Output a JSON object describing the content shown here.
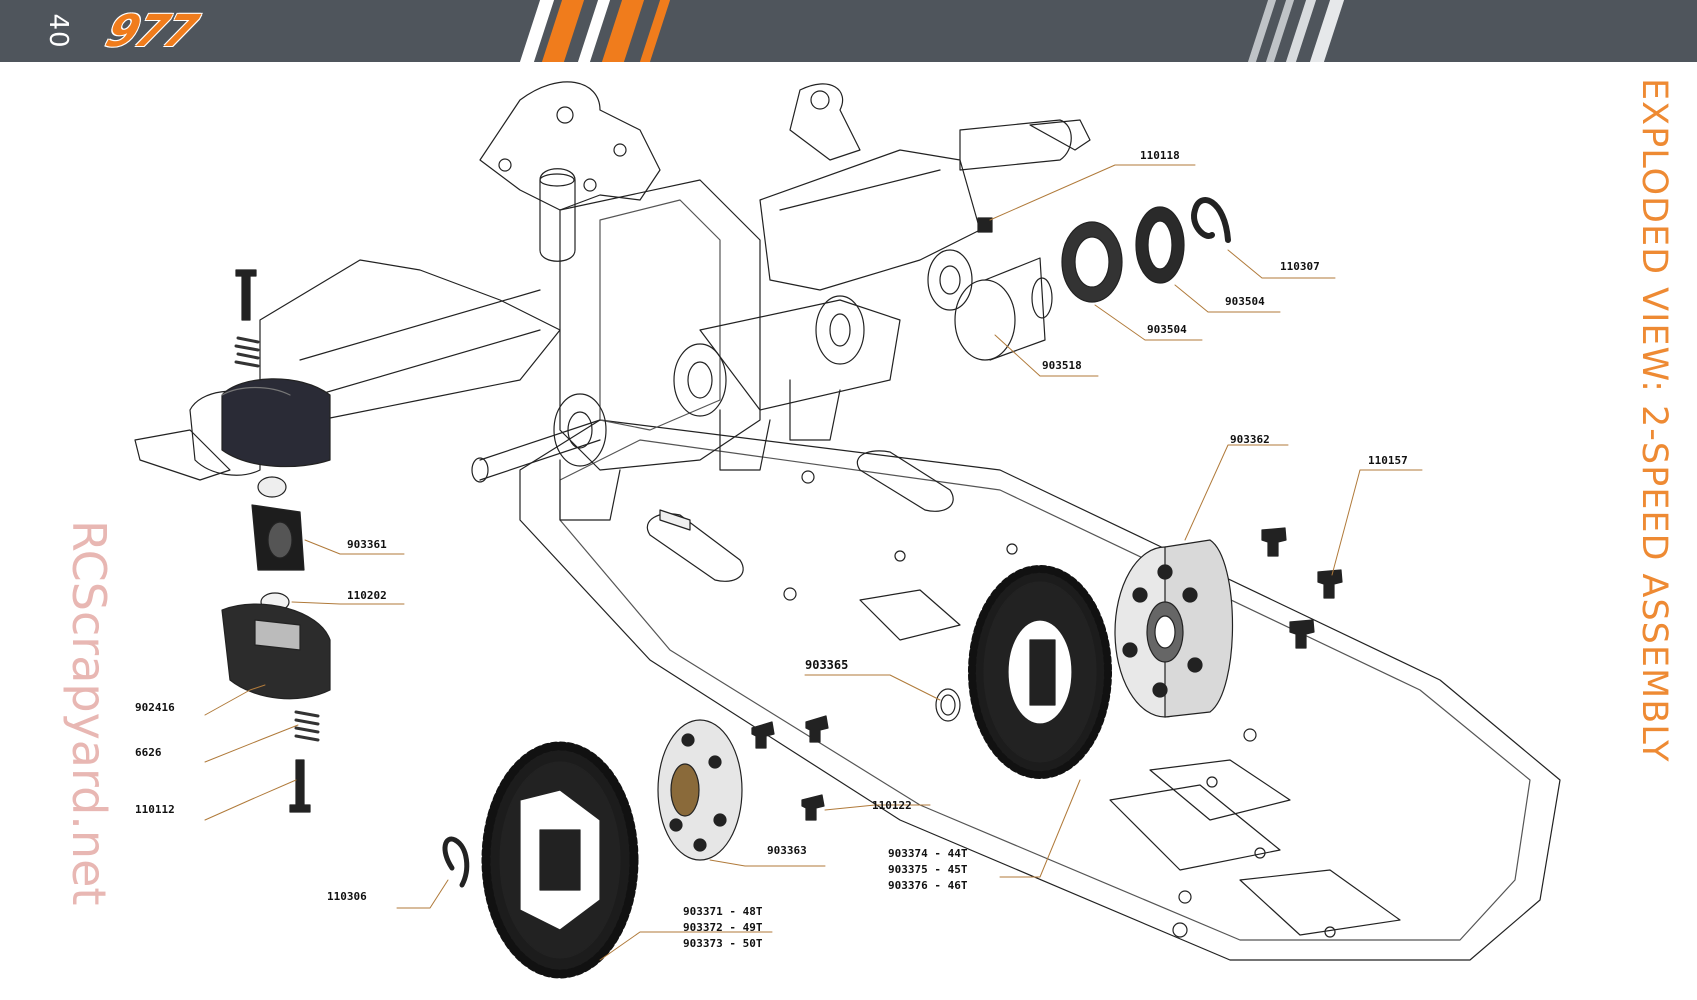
{
  "header": {
    "page_number": "40",
    "logo_text": "977",
    "colors": {
      "bar": "#4f555c",
      "accent": "#f07c1c"
    }
  },
  "title": "EXPLODED VIEW: 2-SPEED ASSEMBLY",
  "watermark": "RCScrapyard.net",
  "callouts": {
    "p110118": "110118",
    "p110307": "110307",
    "p903504a": "903504",
    "p903504b": "903504",
    "p903518": "903518",
    "p903362": "903362",
    "p110157": "110157",
    "p903361": "903361",
    "p110202": "110202",
    "p902416": "902416",
    "p6626": "6626",
    "p110112": "110112",
    "p903365": "903365",
    "p110122": "110122",
    "p903363": "903363",
    "p903374": "903374 - 44T",
    "p903375": "903375 - 45T",
    "p903376": "903376 - 46T",
    "p110306": "110306",
    "p903371": "903371 - 48T",
    "p903372": "903372 - 49T",
    "p903373": "903373 - 50T"
  }
}
